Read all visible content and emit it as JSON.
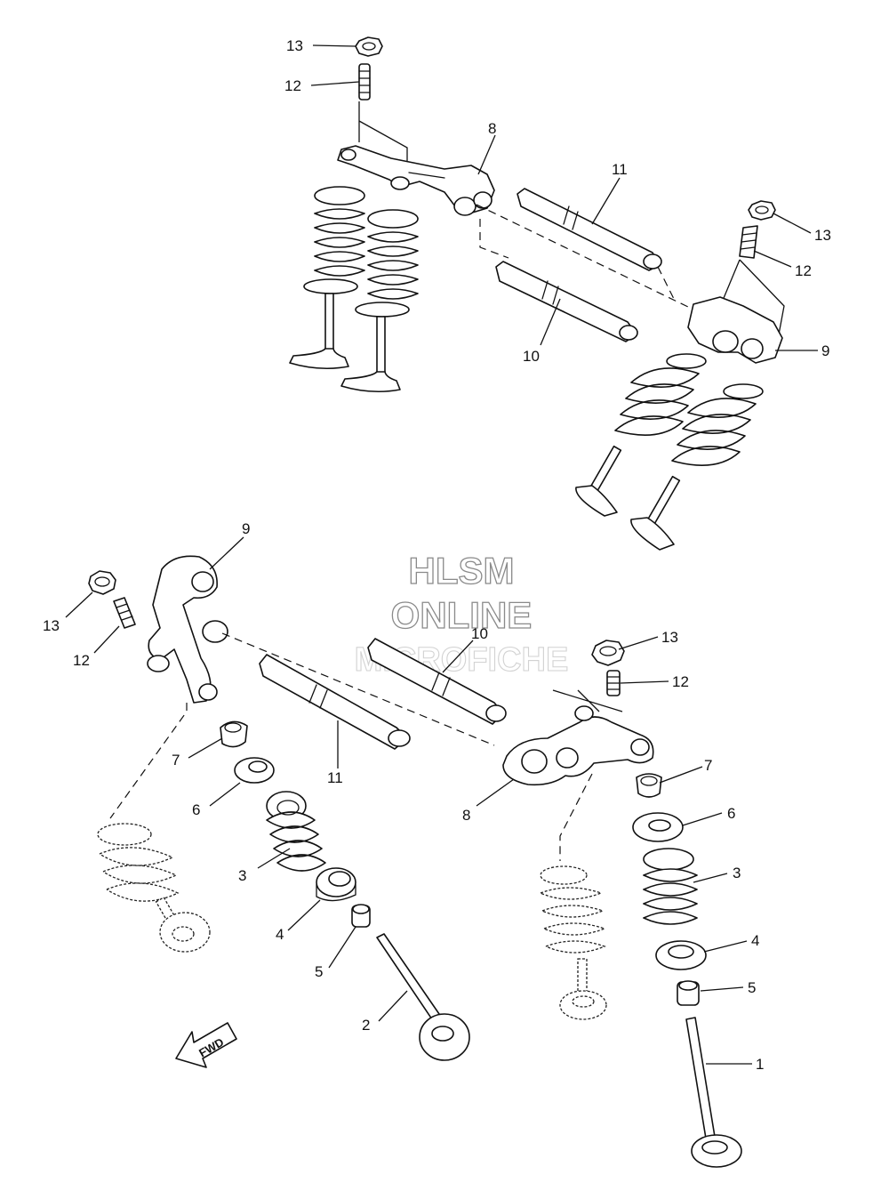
{
  "watermark": {
    "line1": "HLSM",
    "line2": "ONLINE",
    "line3": "MICROFICHE"
  },
  "fwd_indicator": {
    "label": "FWD"
  },
  "callouts": {
    "top_13a": "13",
    "top_12a": "12",
    "top_8": "8",
    "top_11": "11",
    "top_13b": "13",
    "top_12b": "12",
    "top_9": "9",
    "top_10": "10",
    "bot_9": "9",
    "bot_13a": "13",
    "bot_12a": "12",
    "bot_10": "10",
    "bot_13b": "13",
    "bot_12b": "12",
    "bot_7a": "7",
    "bot_11": "11",
    "bot_6a": "6",
    "bot_8": "8",
    "bot_7b": "7",
    "bot_6b": "6",
    "bot_3a": "3",
    "bot_3b": "3",
    "bot_4a": "4",
    "bot_4b": "4",
    "bot_5a": "5",
    "bot_5b": "5",
    "bot_2": "2",
    "bot_1": "1"
  },
  "icons": {
    "valve": "valve-icon",
    "spring": "valve-spring-icon",
    "rocker": "rocker-arm-icon",
    "shaft": "rocker-shaft-icon",
    "nut": "locknut-icon",
    "screw": "adjusting-screw-icon",
    "retainer": "spring-retainer-icon",
    "seat": "spring-seat-icon",
    "cotter": "valve-cotter-icon",
    "seal": "valve-stem-seal-icon",
    "arrow": "fwd-arrow-icon"
  }
}
